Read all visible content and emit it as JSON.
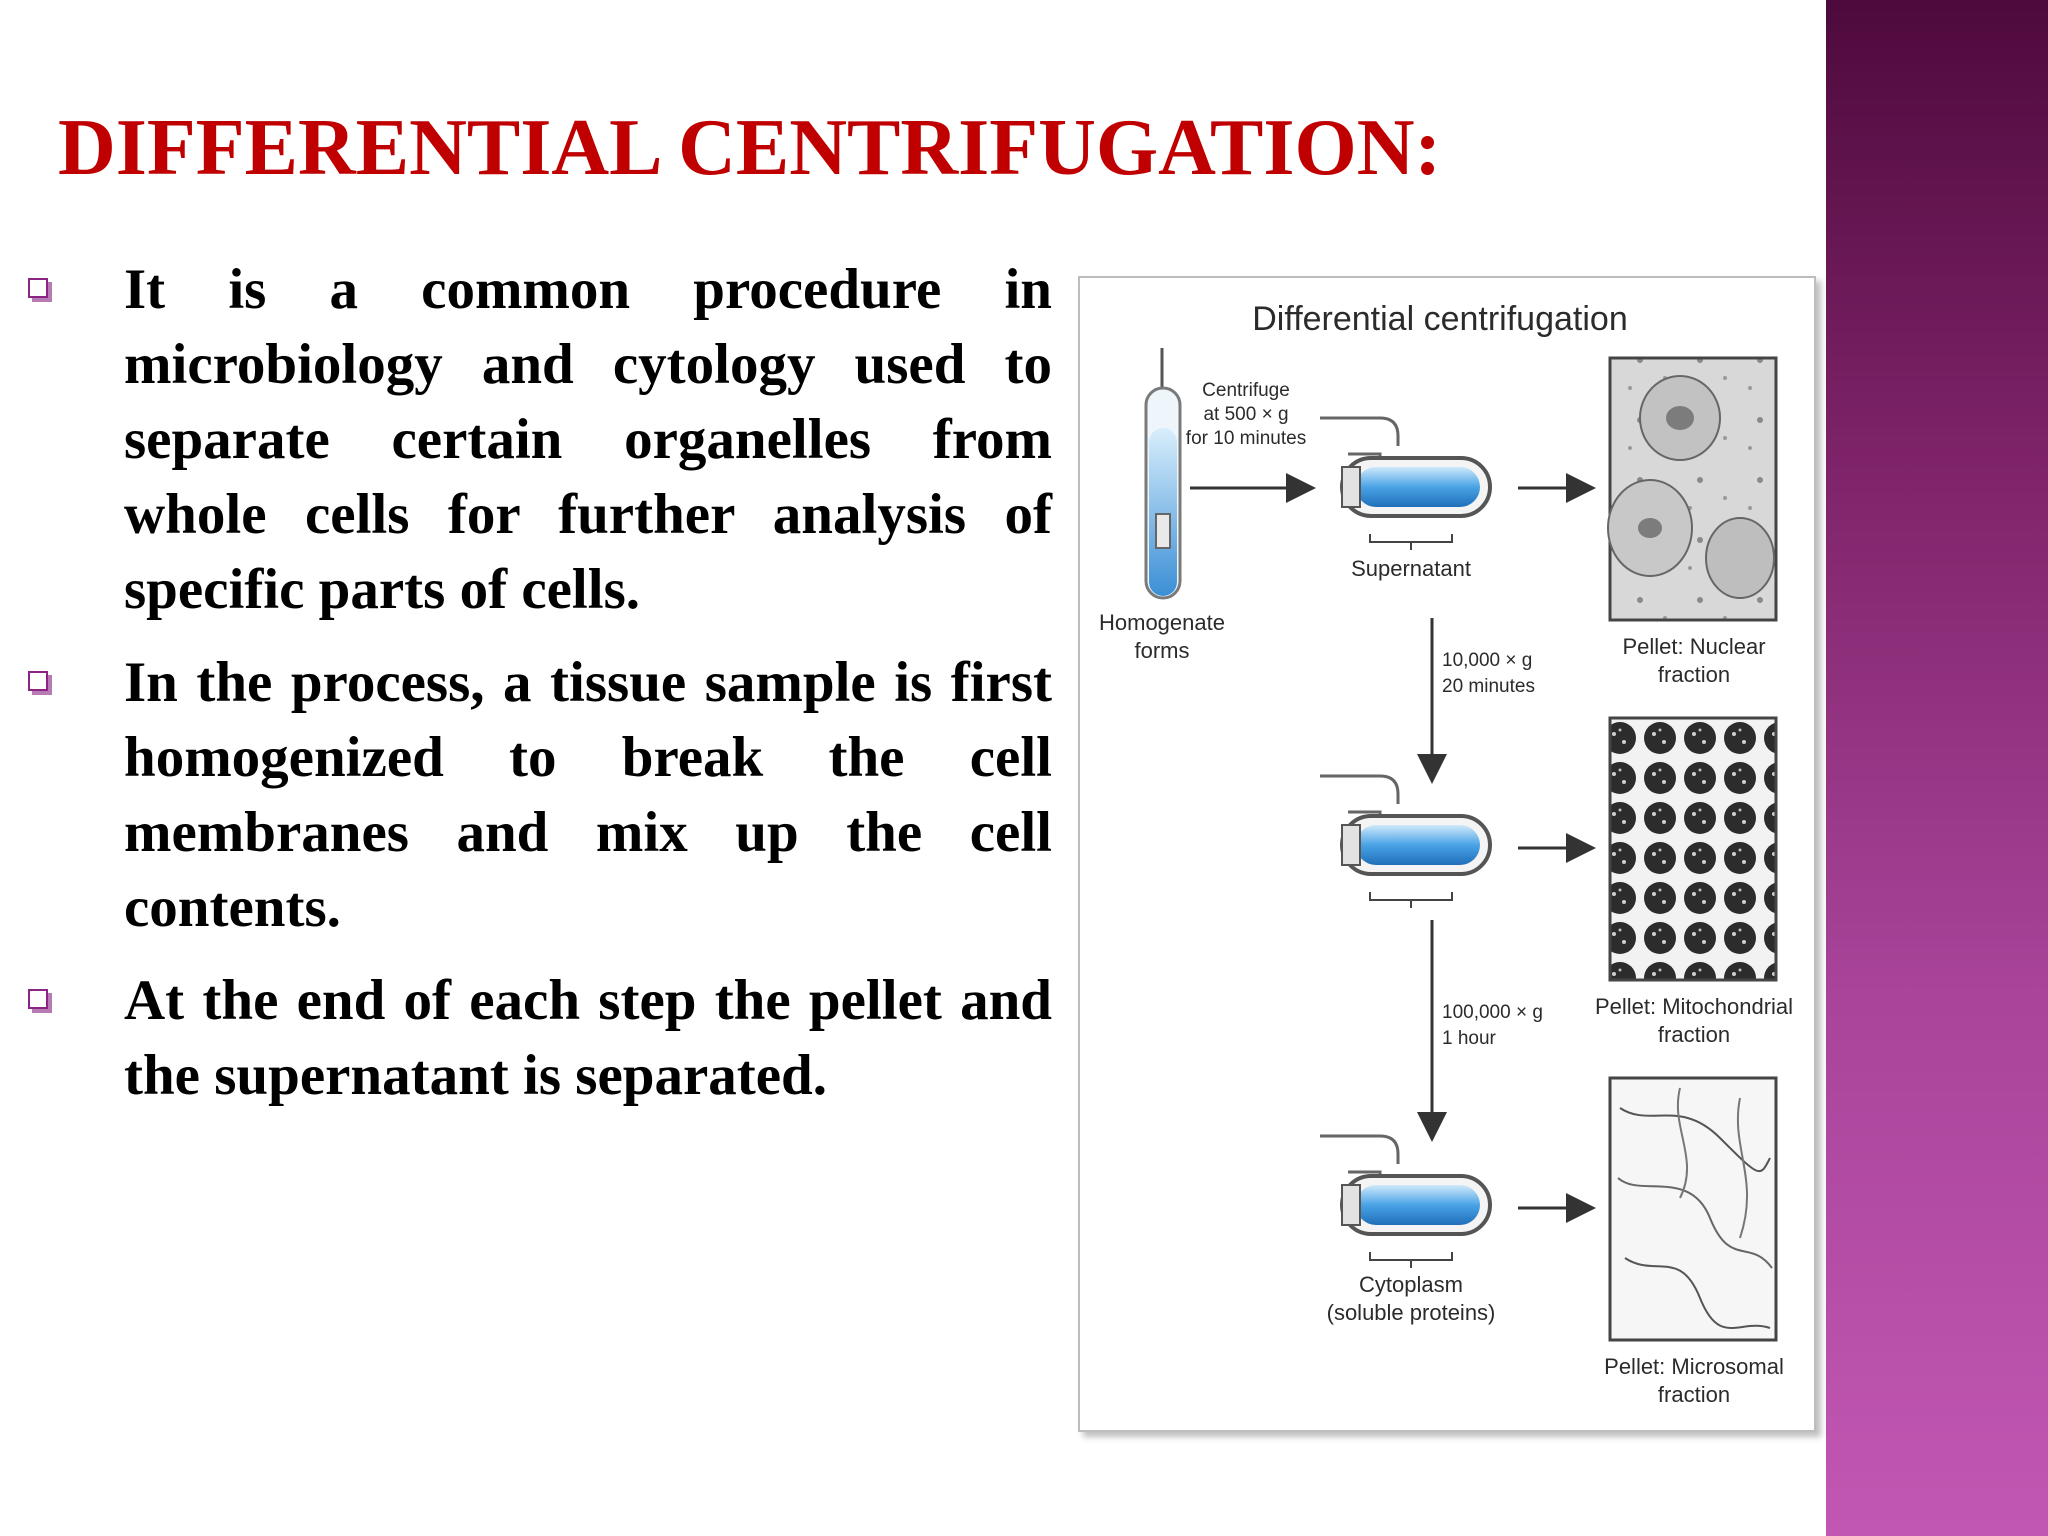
{
  "slide": {
    "title": "DIFFERENTIAL CENTRIFUGATION:",
    "bullets": [
      "It is a common procedure in microbiology and cytology used to separate certain organelles from whole cells for further analysis of specific parts of cells.",
      "In the process, a tissue sample is first homogenized to break the cell membranes and mix up the cell contents.",
      "At the end of each step the pellet and the supernatant is separated."
    ]
  },
  "figure": {
    "title": "Differential centrifugation",
    "homogenate_label": [
      "Homogenate",
      "forms"
    ],
    "step1_label": [
      "Centrifuge",
      "at 500 × g",
      "for 10 minutes"
    ],
    "supernatant_label": "Supernatant",
    "step2_label": [
      "10,000 × g",
      "20 minutes"
    ],
    "step3_label": [
      "100,000 × g",
      "1 hour"
    ],
    "cytoplasm_label": [
      "Cytoplasm",
      "(soluble proteins)"
    ],
    "pellet_labels": [
      [
        "Pellet: Nuclear",
        "fraction"
      ],
      [
        "Pellet: Mitochondrial",
        "fraction"
      ],
      [
        "Pellet: Microsomal",
        "fraction"
      ]
    ]
  },
  "colors": {
    "title": "#c00000",
    "bullet_marker": "#8b2585",
    "side_band": "#a9449a",
    "tube_liquid": "#4aa3e6"
  }
}
